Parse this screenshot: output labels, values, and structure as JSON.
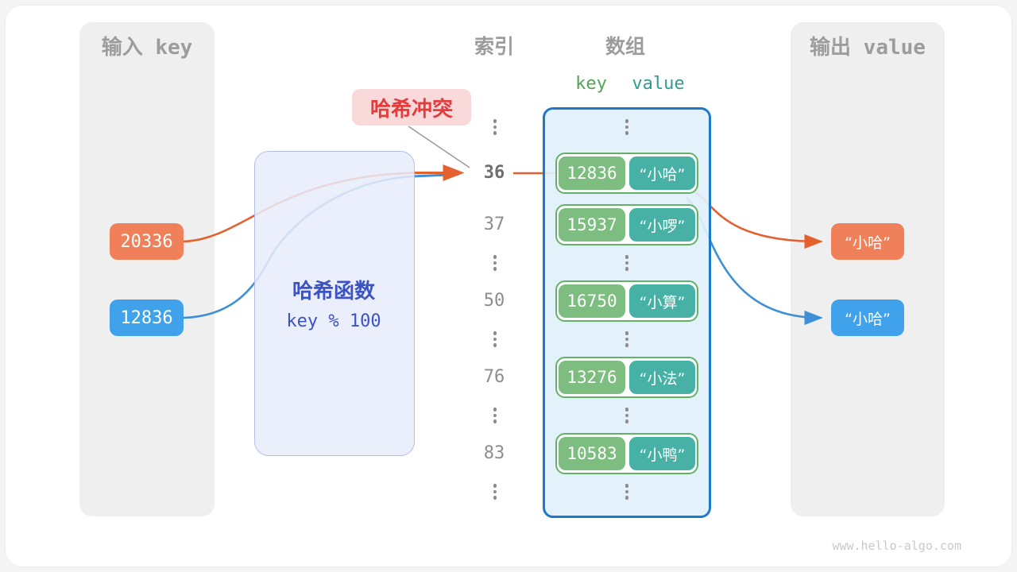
{
  "page": {
    "watermark": "www.hello-algo.com"
  },
  "input_panel": {
    "title": "输入 key",
    "keys": [
      {
        "value": "20336",
        "color": "#f08059"
      },
      {
        "value": "12836",
        "color": "#3fa2ea"
      }
    ]
  },
  "output_panel": {
    "title": "输出 value",
    "values": [
      {
        "text": "“小哈”",
        "color": "#f08059"
      },
      {
        "text": "“小哈”",
        "color": "#3fa2ea"
      }
    ]
  },
  "hash_function": {
    "title": "哈希函数",
    "formula": "key % 100"
  },
  "collision_label": "哈希冲突",
  "index_column": {
    "title": "索引",
    "rows": [
      {
        "label": "36",
        "highlight": true
      },
      {
        "label": "37",
        "highlight": false
      },
      {
        "label": "50",
        "highlight": false
      },
      {
        "label": "76",
        "highlight": false
      },
      {
        "label": "83",
        "highlight": false
      }
    ]
  },
  "array": {
    "title": "数组",
    "key_header": "key",
    "value_header": "value",
    "pairs": [
      {
        "key": "12836",
        "value": "“小哈”"
      },
      {
        "key": "15937",
        "value": "“小啰”"
      },
      {
        "key": "16750",
        "value": "“小算”"
      },
      {
        "key": "13276",
        "value": "“小法”"
      },
      {
        "key": "10583",
        "value": "“小鸭”"
      }
    ]
  },
  "colors": {
    "orange_accent": "#f08059",
    "blue_accent": "#3fa2ea",
    "arrow_orange": "#e5602f",
    "arrow_blue": "#3d8fd6",
    "key_green": "#7dbd80",
    "value_teal": "#46b1a4",
    "pair_border_green": "#63b267",
    "array_border_blue": "#1e79c9",
    "hash_text_blue": "#3b53c4",
    "collision_red": "#e23d3d",
    "collision_bg_pink": "#f9d9d9",
    "panel_gray": "#efeff0",
    "kv_key_green": "#55a455",
    "kv_value_teal": "#2f9c8f"
  }
}
